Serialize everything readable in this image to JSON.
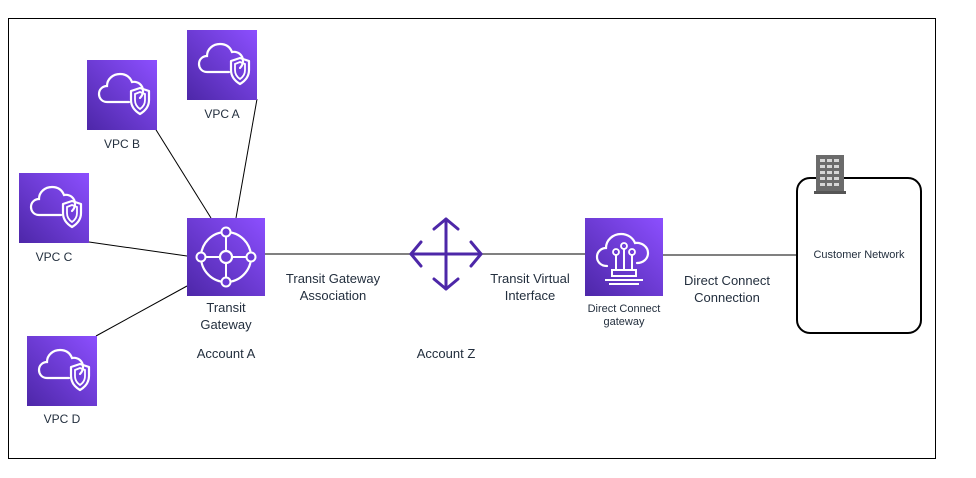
{
  "vpcs": {
    "a": "VPC A",
    "b": "VPC B",
    "c": "VPC C",
    "d": "VPC D"
  },
  "transit_gateway": {
    "label_line1": "Transit",
    "label_line2": "Gateway"
  },
  "accounts": {
    "a": "Account A",
    "z": "Account Z"
  },
  "links": {
    "tgw_assoc_line1": "Transit Gateway",
    "tgw_assoc_line2": "Association",
    "tvi_line1": "Transit Virtual",
    "tvi_line2": "Interface",
    "dx_conn_line1": "Direct Connect",
    "dx_conn_line2": "Connection"
  },
  "dx_gateway": {
    "label_line1": "Direct Connect",
    "label_line2": "gateway"
  },
  "customer_network": "Customer Network",
  "colors": {
    "tile_dark": "#4d27a8",
    "tile_light": "#8c4fff",
    "router": "#4d27a8",
    "building": "#6b6b6b"
  },
  "icons": [
    "vpc-icon",
    "transit-gateway-icon",
    "router-icon",
    "direct-connect-gateway-icon",
    "building-icon"
  ]
}
